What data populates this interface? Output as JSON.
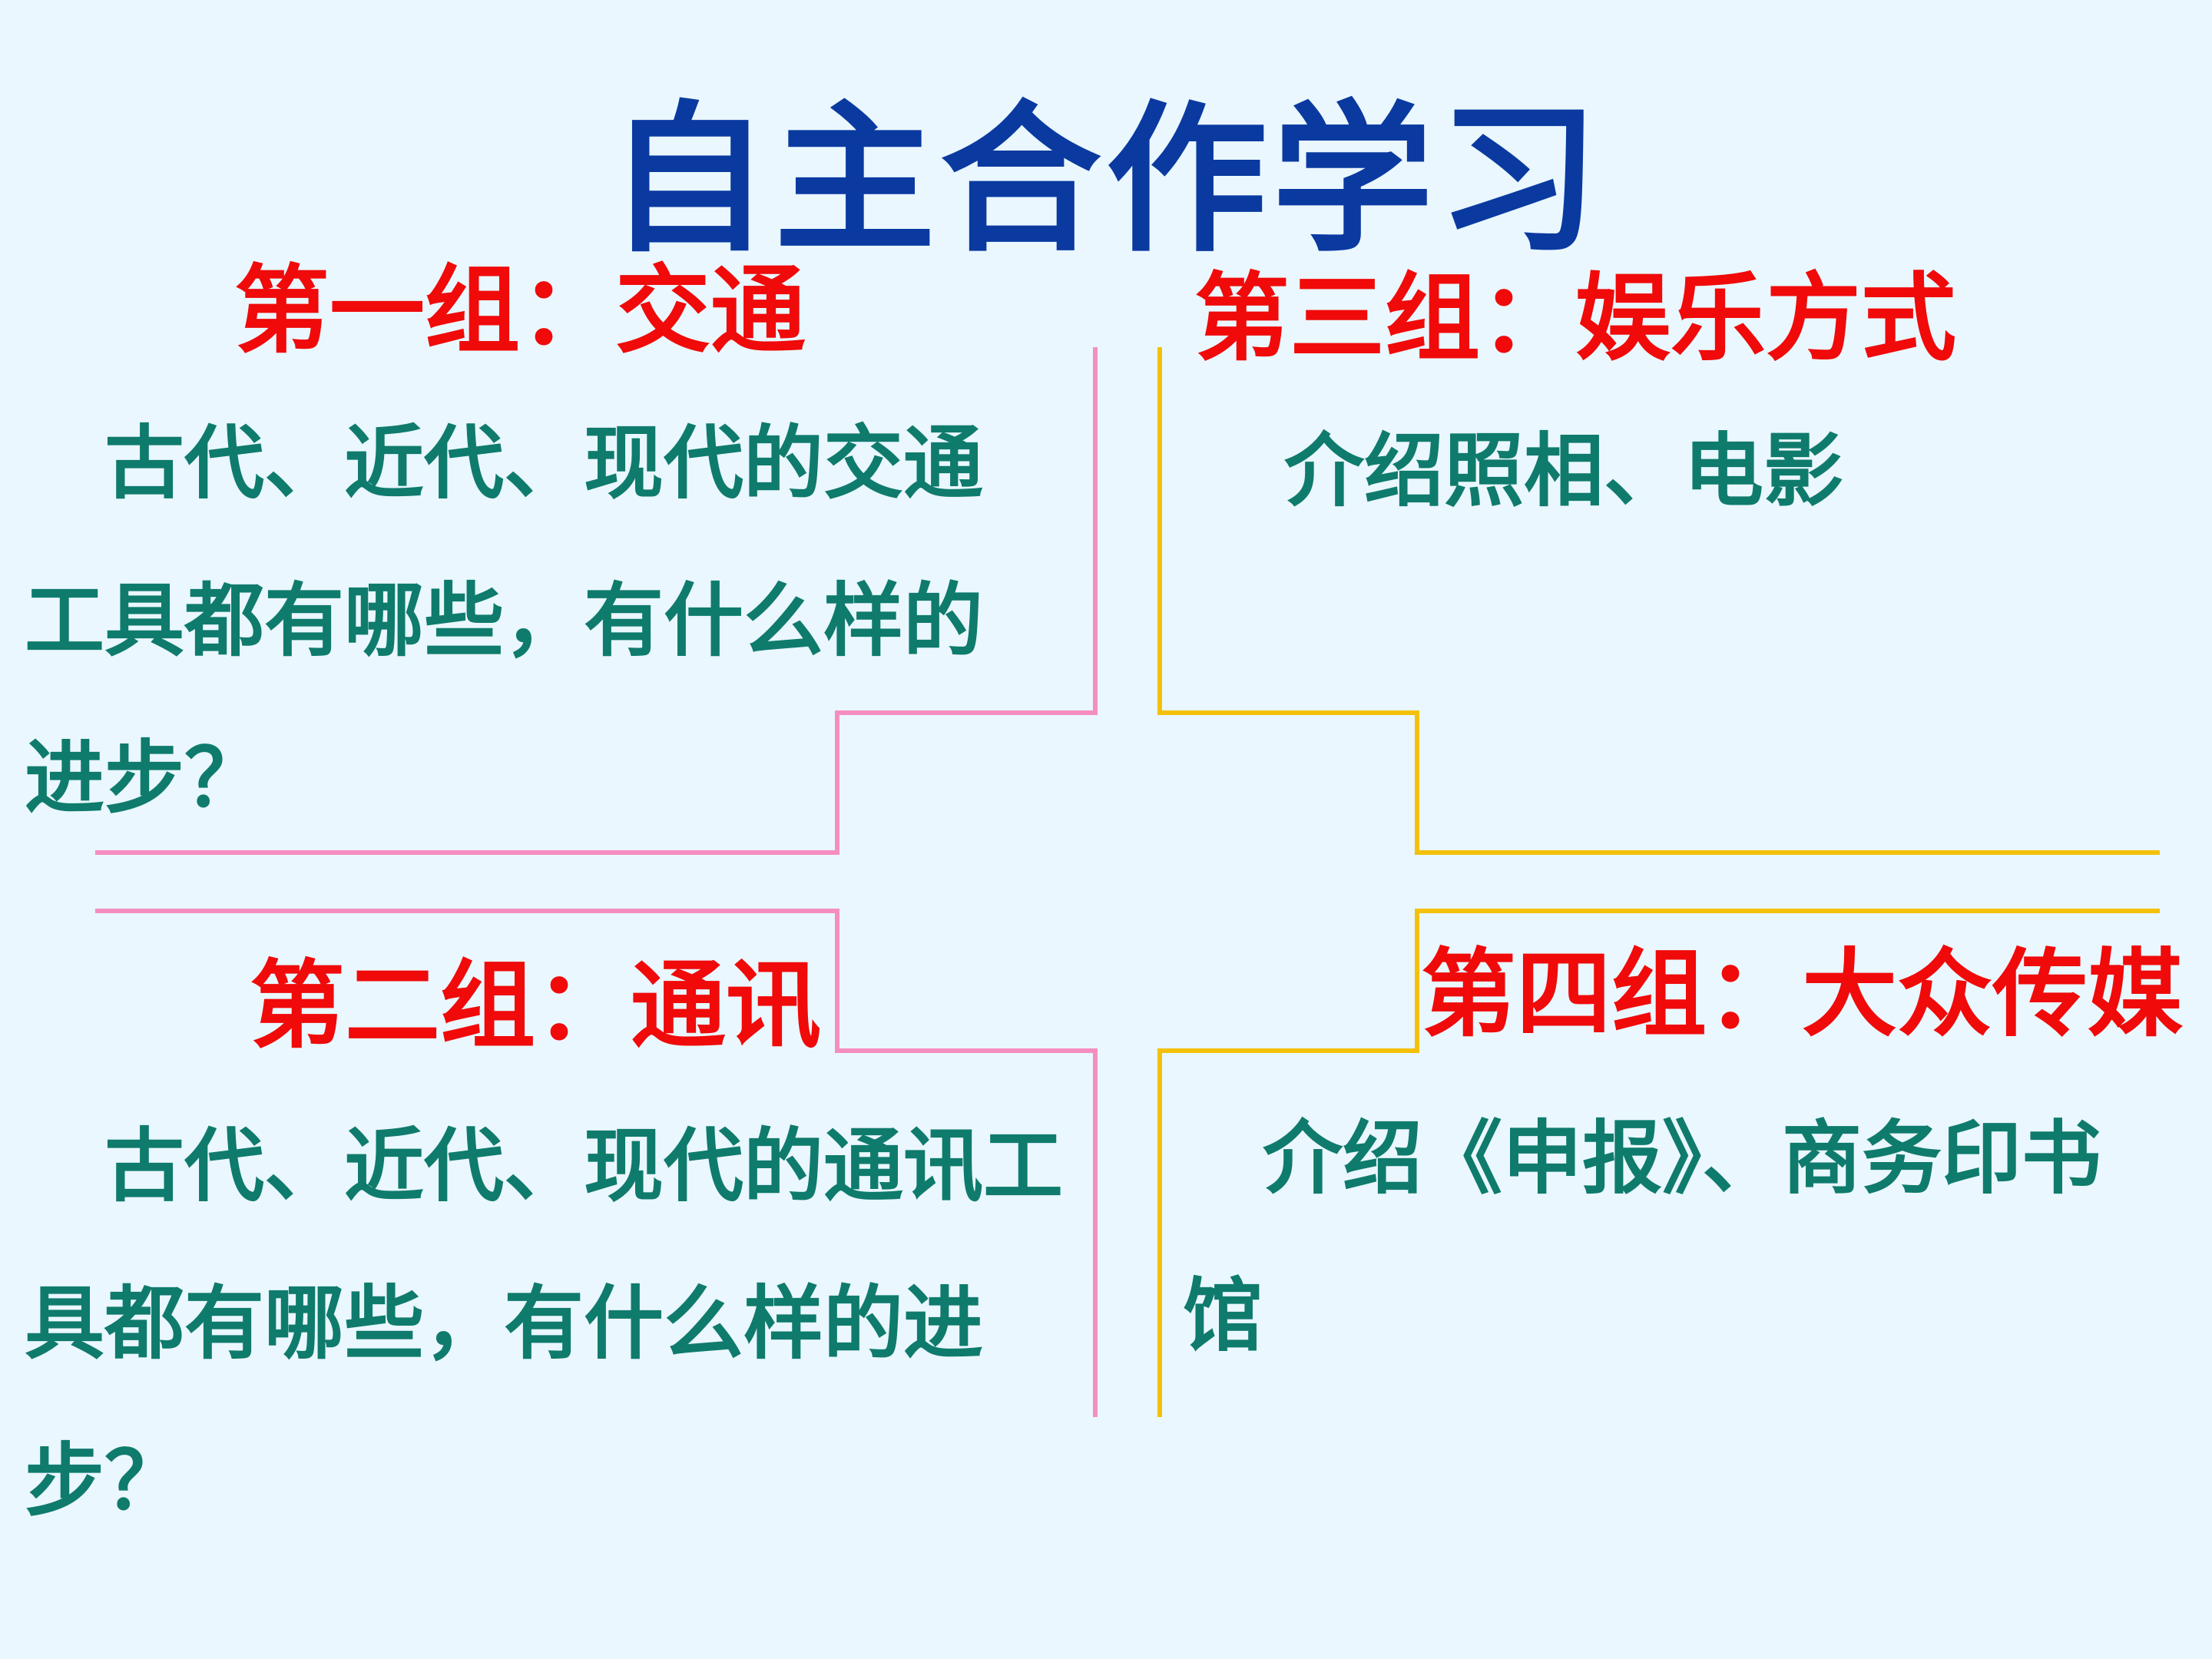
{
  "title": "自主合作学习",
  "colors": {
    "background": "#eaf7ff",
    "title": "#0a3aa0",
    "heading": "#f00a0a",
    "body": "#0f7b6c",
    "pink_line": "#f58ec0",
    "yellow_line": "#f4c10a"
  },
  "groups": [
    {
      "heading": "第一组：交通",
      "text": "　古代、近代、现代的交通工具都有哪些，有什么样的进步？"
    },
    {
      "heading": "第二组：通讯",
      "text": "　古代、近代、现代的通讯工具都有哪些，有什么样的进步？"
    },
    {
      "heading": "第三组：娱乐方式",
      "text": "　介绍照相、电影"
    },
    {
      "heading": "第四组：大众传媒",
      "text": "　介绍《申报》、商务印书馆"
    }
  ]
}
